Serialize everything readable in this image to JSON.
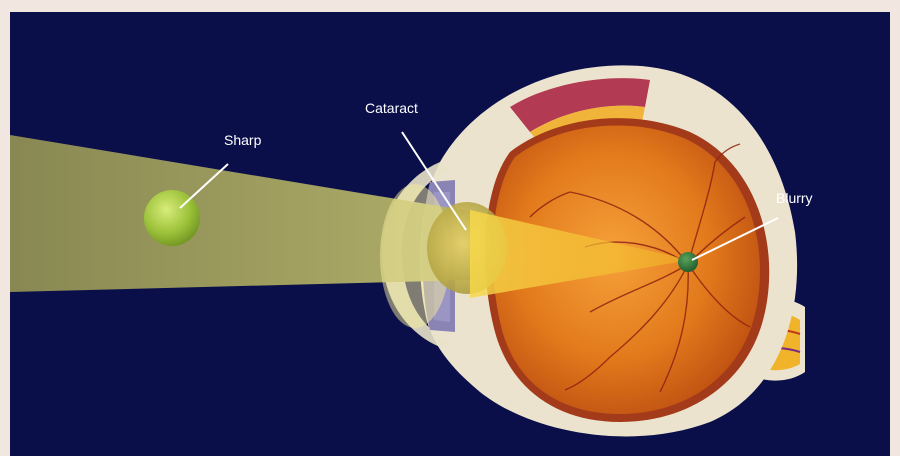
{
  "labels": {
    "sharp": "Sharp",
    "cataract": "Cataract",
    "blurry": "Blurry"
  },
  "colors": {
    "background": "#0a0f4a",
    "page_margin": "#f1e6e0",
    "light_beam": "#b8b56a",
    "focused_point": "#8db531",
    "blurry_point": "#2f7a3c",
    "retina": "#e07a1e",
    "sclera": "#ece3cf"
  },
  "icons": {
    "sharp_object": "green-sphere-icon",
    "blurry_image": "green-dot-icon"
  }
}
